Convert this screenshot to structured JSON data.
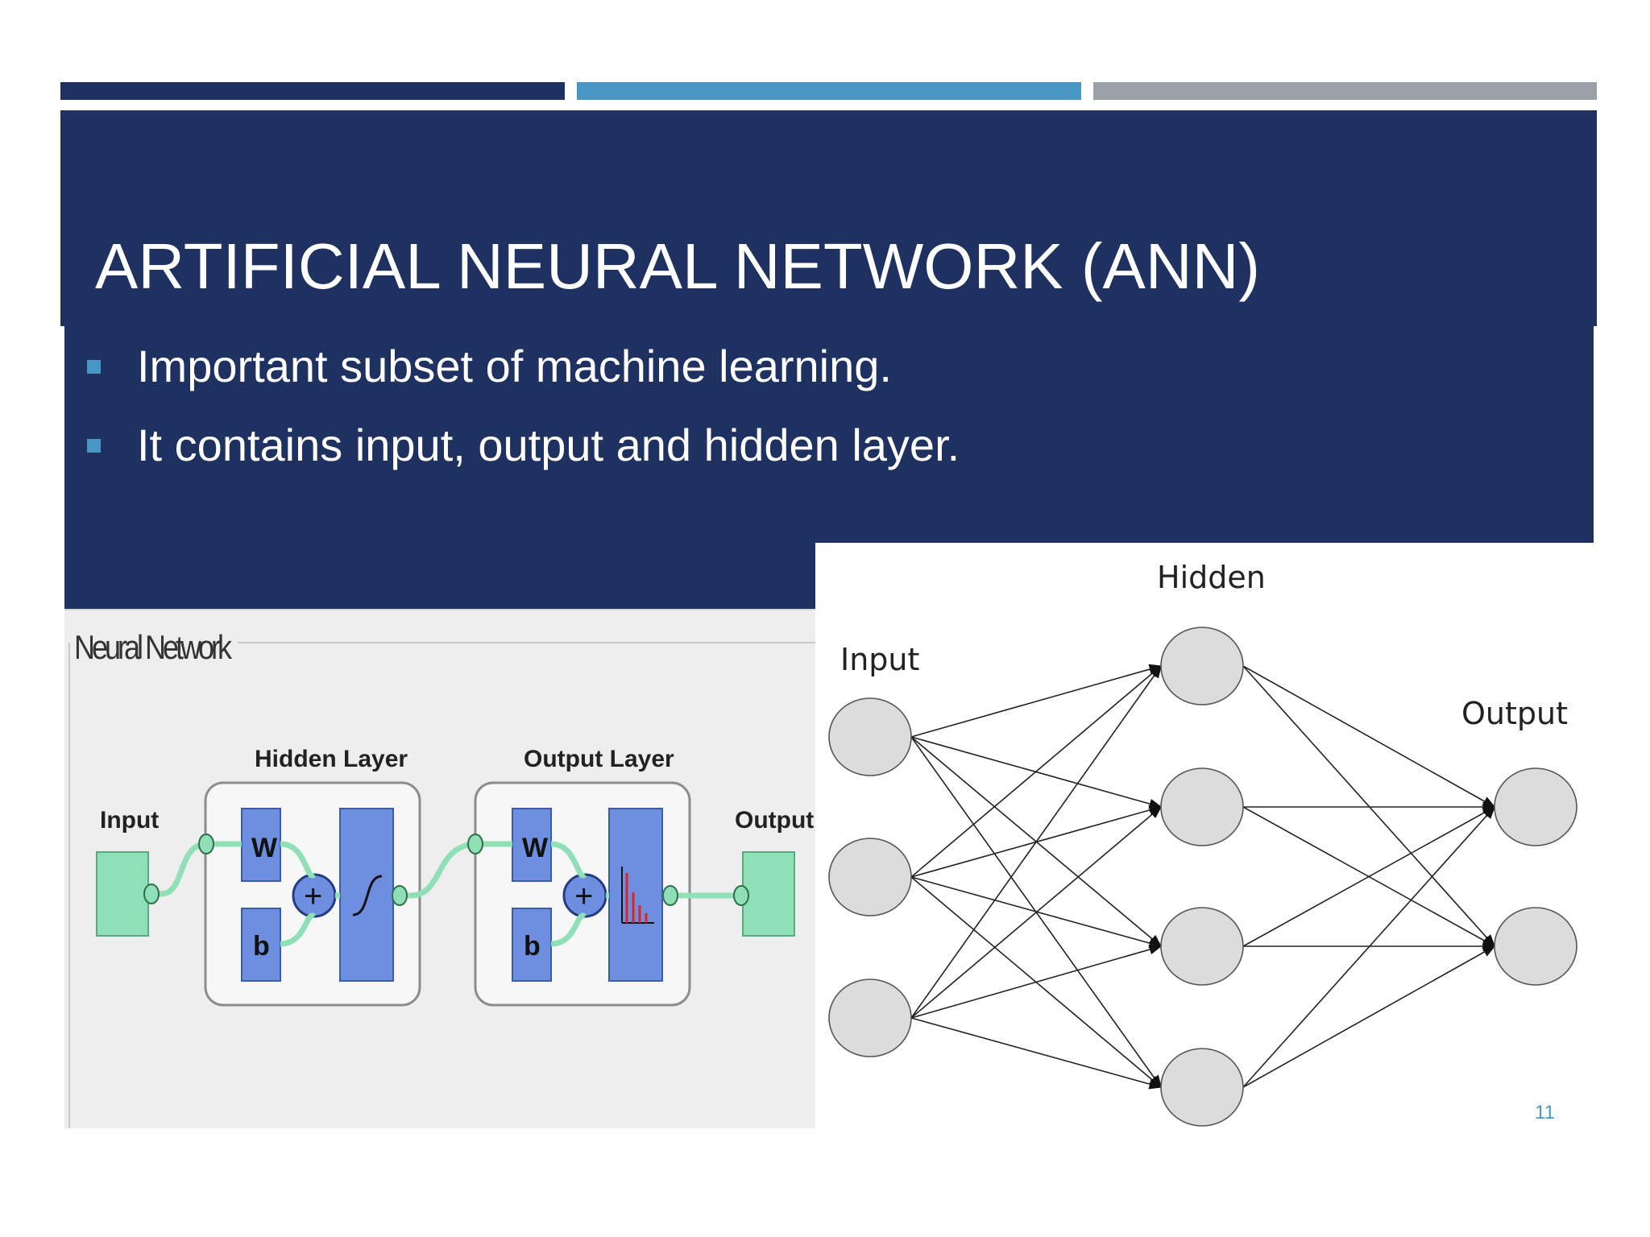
{
  "slide": {
    "title": "ARTIFICIAL NEURAL NETWORK (ANN)",
    "bullets": [
      "Important subset of machine learning.",
      "It contains input, output and hidden layer."
    ],
    "page_number": "11"
  },
  "left_figure": {
    "group_label": "Neural Network",
    "input_label": "Input",
    "hidden_layer_label": "Hidden Layer",
    "output_layer_label": "Output Layer",
    "output_label": "Output",
    "weight_label": "W",
    "bias_label": "b",
    "sum_symbol": "+"
  },
  "right_figure": {
    "input_label": "Input",
    "hidden_label": "Hidden",
    "output_label": "Output",
    "input_nodes": 3,
    "hidden_nodes": 4,
    "output_nodes": 2
  },
  "colors": {
    "navy": "#1e3160",
    "accent_blue": "#4896c4",
    "gray": "#9aa1a9",
    "block_blue": "#6e8fe0",
    "block_green": "#8fe0b6"
  }
}
